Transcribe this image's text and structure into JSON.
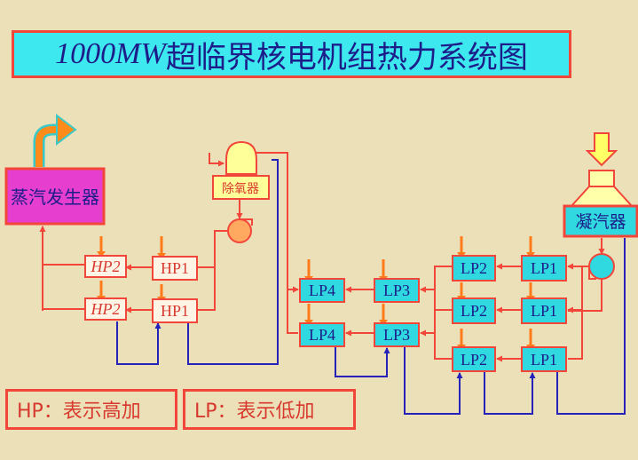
{
  "title": {
    "main": "1000MW",
    "rest": "超临界核电机组热力系统图"
  },
  "nodes": {
    "steam_generator": "蒸汽发生器",
    "deaerator": "除氧器",
    "condenser": "凝汽器",
    "hp2_top": "HP2",
    "hp2_bottom": "HP2",
    "hp1_top": "HP1",
    "hp1_bottom": "HP1",
    "lp4_top": "LP4",
    "lp4_bottom": "LP4",
    "lp3_top": "LP3",
    "lp3_bottom": "LP3",
    "lp2_a": "LP2",
    "lp2_b": "LP2",
    "lp2_c": "LP2",
    "lp1_a": "LP1",
    "lp1_b": "LP1",
    "lp1_c": "LP1"
  },
  "legend": {
    "hp": "HP：表示高加",
    "lp": "LP：表示低加"
  },
  "colors": {
    "background": "#ece0b8",
    "title_fill": "#3ee8ef",
    "border_red": "#f2463a",
    "hp_fill": "#fdf4e6",
    "lp_fill": "#2fd9df",
    "steam_gen_fill": "#e63fcf",
    "deaerator_fill": "#ffff99",
    "feed_line_blue": "#2422b8",
    "extraction_orange": "#ff7a1a"
  }
}
